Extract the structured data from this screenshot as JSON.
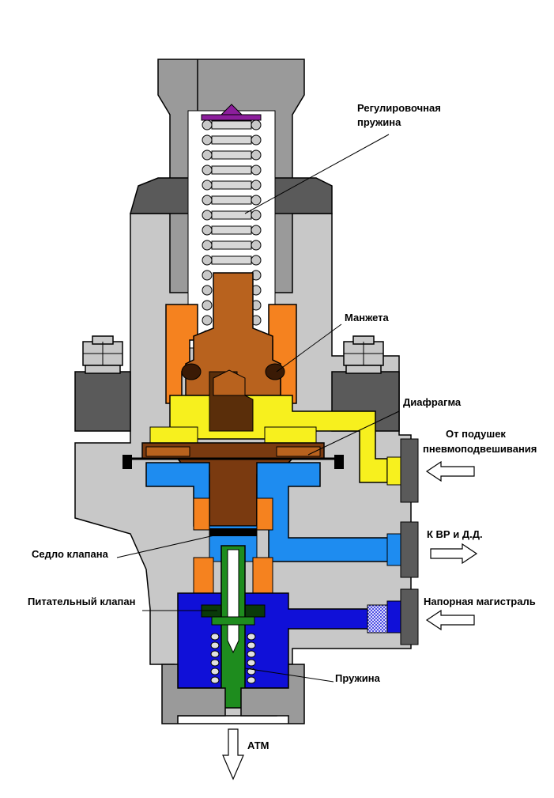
{
  "labels": {
    "adjusting_spring_line1": "Регулировочная",
    "adjusting_spring_line2": "пружина",
    "cuff": "Манжета",
    "diaphragm": "Диафрагма",
    "from_cushions_line1": "От подушек",
    "from_cushions_line2": "пневмоподвешивания",
    "valve_seat": "Седло клапана",
    "to_vr": "К ВР и Д.Д.",
    "supply_valve": "Питательный клапан",
    "pressure_line": "Напорная магистраль",
    "spring": "Пружина",
    "atm": "АТМ"
  },
  "colors": {
    "body_gray": "#c8c8c8",
    "dark_gray": "#5a5a5a",
    "brown": "#b8621e",
    "dark_brown": "#5a2e0a",
    "orange": "#f5821f",
    "yellow": "#f7f01e",
    "light_blue": "#1e8cf0",
    "dark_blue": "#1010d8",
    "green": "#1e8c1e",
    "purple": "#8c1e9c"
  }
}
